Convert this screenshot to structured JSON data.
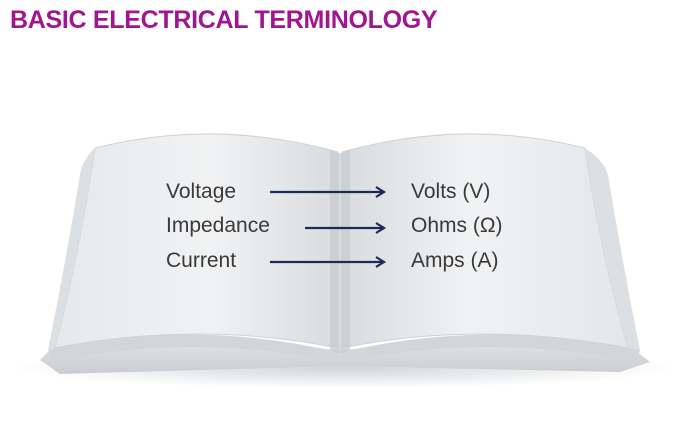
{
  "title": "BASIC ELECTRICAL TERMINOLOGY",
  "rows": [
    {
      "term": "Voltage",
      "unit": "Volts (V)"
    },
    {
      "term": "Impedance",
      "unit": "Ohms (Ω)"
    },
    {
      "term": "Current",
      "unit": "Amps (A)"
    }
  ],
  "colors": {
    "title": "#a0168f",
    "arrow": "#1b2a5a",
    "text": "#3a3a3a"
  },
  "image": "open-book"
}
